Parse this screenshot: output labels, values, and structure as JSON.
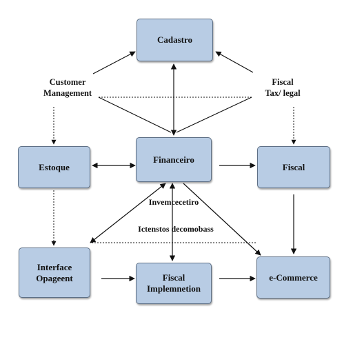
{
  "diagram": {
    "nodes": {
      "cadastro": "Cadastro",
      "estoque": "Estoque",
      "financeiro": "Financeiro",
      "fiscal": "Fiscal",
      "interface": "Interface\nOpageent",
      "fiscal_impl": "Fiscal\nImplemnetion",
      "ecommerce": "e-Commerce"
    },
    "labels": {
      "customer_management": "Customer\nManagement",
      "fiscal_tax": "Fiscal\nTax/ legal",
      "invemcecetiro": "Invemcecetiro",
      "ictenstos": "Ictenstos decomobass"
    },
    "colors": {
      "node_fill": "#b8cce4",
      "node_border": "#5d6f85",
      "edge": "#111111"
    }
  }
}
